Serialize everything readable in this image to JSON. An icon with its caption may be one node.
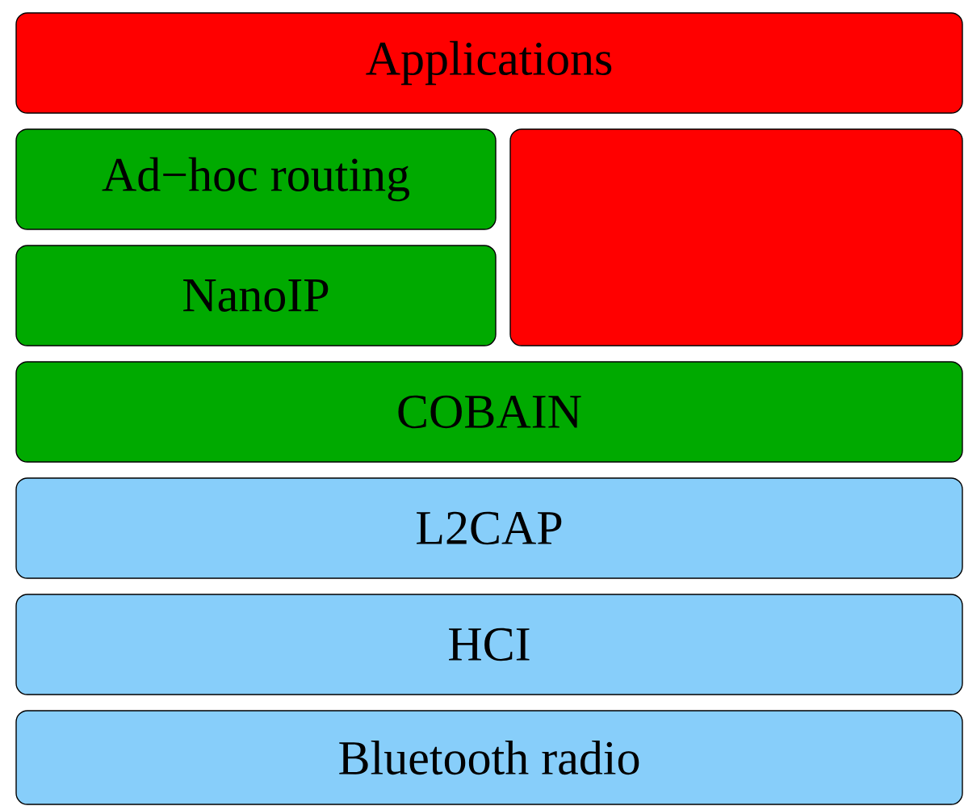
{
  "diagram": {
    "nodes": [
      {
        "text": [
          "Applications"
        ]
      },
      {
        "text": [
          "Ad−hoc routing"
        ]
      },
      {
        "text": [
          "NanoIP"
        ]
      },
      {
        "text": [],
        "shape": "box"
      },
      {
        "text": [
          "COBAIN"
        ]
      },
      {
        "text": [
          "L2CAP"
        ]
      },
      {
        "text": [
          "HCI"
        ]
      },
      {
        "text": [
          "Bluetooth radio"
        ]
      }
    ]
  }
}
